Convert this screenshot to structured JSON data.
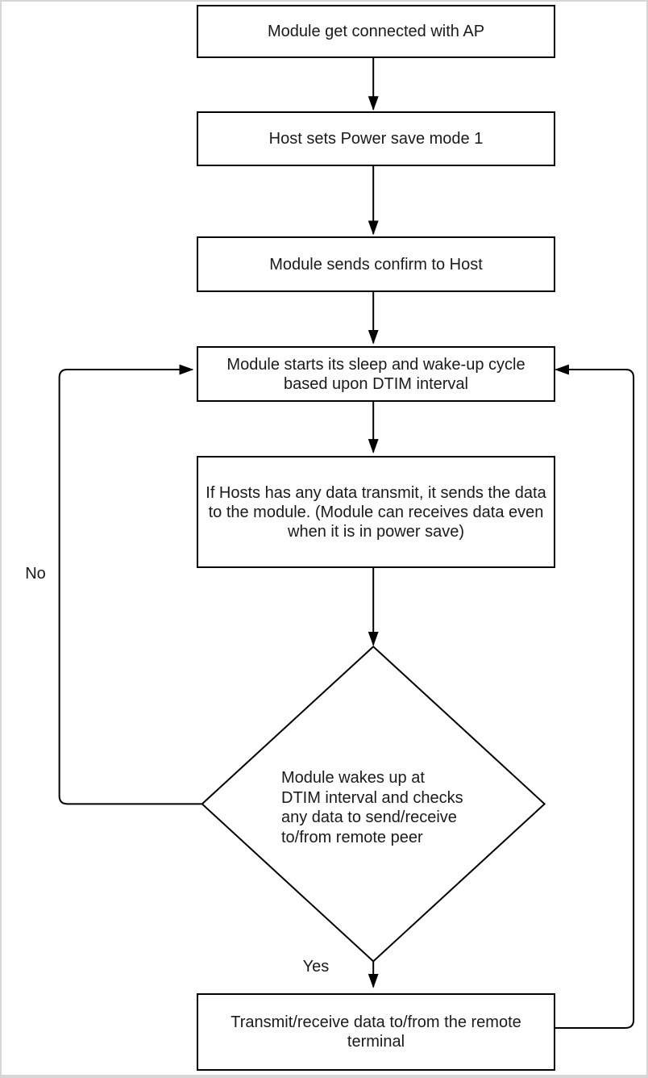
{
  "page": {
    "background": "#ffffff",
    "frame_color": "#d6d6d6"
  },
  "chart_data": {
    "type": "flowchart"
  },
  "flowchart": {
    "colors": {
      "stroke": "#000000",
      "node_fill": "#ffffff",
      "text": "#1a1a1a"
    },
    "nodes": [
      {
        "id": "connect",
        "shape": "process",
        "label": "Module get connected with AP"
      },
      {
        "id": "set-mode",
        "shape": "process",
        "label": "Host sets Power save mode 1"
      },
      {
        "id": "confirm",
        "shape": "process",
        "label": "Module sends confirm to Host"
      },
      {
        "id": "sleep",
        "shape": "process",
        "label": "Module starts its sleep and wake-up cycle\nbased upon DTIM interval"
      },
      {
        "id": "host-data",
        "shape": "process",
        "label": "If Hosts has any data transmit, it sends the data\nto the module. (Module can receives data even\nwhen it is in power save)"
      },
      {
        "id": "wake-check",
        "shape": "decision",
        "label": "Module wakes up at\nDTIM interval and checks\nany data to send/receive\nto/from remote peer"
      },
      {
        "id": "transmit",
        "shape": "process",
        "label": "Transmit/receive data to/from the remote\nterminal"
      }
    ],
    "edges": [
      {
        "from": "connect",
        "to": "set-mode",
        "label": ""
      },
      {
        "from": "set-mode",
        "to": "confirm",
        "label": ""
      },
      {
        "from": "confirm",
        "to": "sleep",
        "label": ""
      },
      {
        "from": "sleep",
        "to": "host-data",
        "label": ""
      },
      {
        "from": "host-data",
        "to": "wake-check",
        "label": ""
      },
      {
        "from": "wake-check",
        "to": "transmit",
        "label": "Yes"
      },
      {
        "from": "wake-check",
        "to": "sleep",
        "label": "No"
      },
      {
        "from": "transmit",
        "to": "sleep",
        "label": ""
      }
    ],
    "edge_labels": {
      "yes": "Yes",
      "no": "No"
    }
  }
}
